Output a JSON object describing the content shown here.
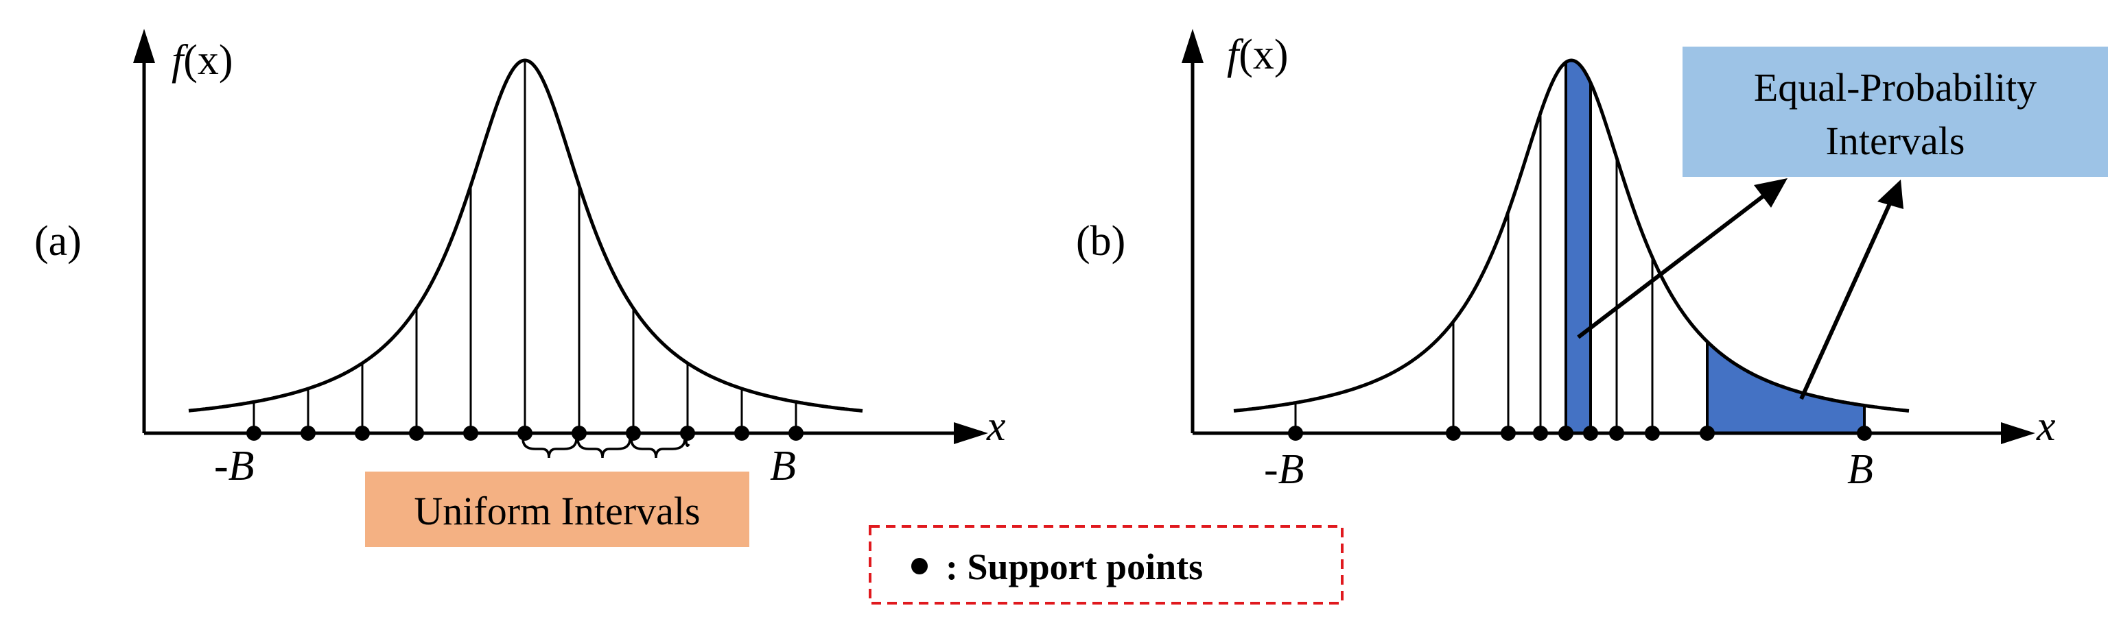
{
  "panel_a": {
    "label": "(a)",
    "y_axis_f": "f",
    "y_axis_x": "(x)",
    "x_axis": "x",
    "neg_b": "-B",
    "pos_b": "B",
    "annotation": "Uniform Intervals",
    "annotation_color": "#F4B183"
  },
  "panel_b": {
    "label": "(b)",
    "y_axis_f": "f",
    "y_axis_x": "(x)",
    "x_axis": "x",
    "neg_b": "-B",
    "pos_b": "B",
    "annotation_line1": "Equal-Probability",
    "annotation_line2": "Intervals",
    "annotation_color": "#9DC3E6",
    "shade_color": "#4472C4"
  },
  "legend": {
    "text": ": Support points",
    "border_color": "#E0191E"
  }
}
